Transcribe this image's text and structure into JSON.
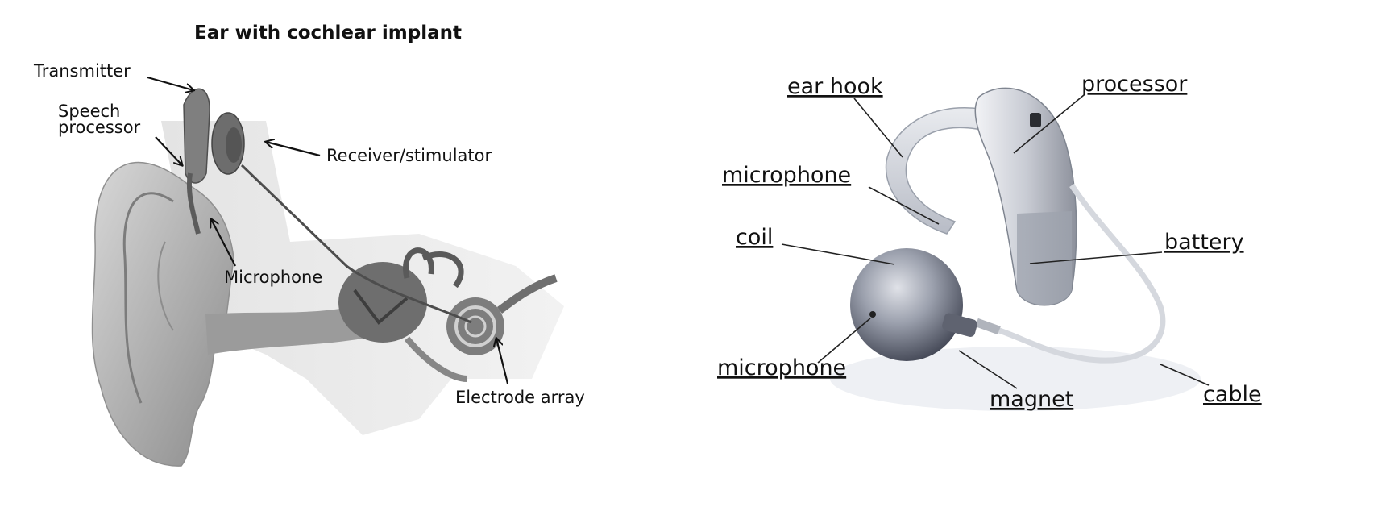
{
  "left_panel": {
    "title": "Ear with cochlear implant",
    "labels": {
      "transmitter": "Transmitter",
      "speech_processor_line1": "Speech",
      "speech_processor_line2": "processor",
      "receiver": "Receiver/stimulator",
      "microphone": "Microphone",
      "electrode_array": "Electrode array"
    }
  },
  "right_panel": {
    "labels": {
      "ear_hook": "ear hook",
      "processor": "processor",
      "microphone_top": "microphone",
      "coil": "coil",
      "battery": "battery",
      "microphone_bottom": "microphone",
      "magnet": "magnet",
      "cable": "cable"
    }
  }
}
